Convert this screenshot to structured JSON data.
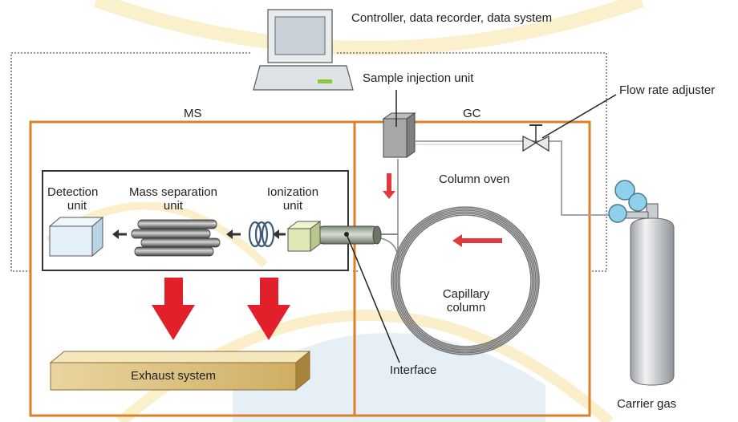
{
  "labels": {
    "controller": "Controller, data recorder, data system",
    "sample_injection": "Sample injection unit",
    "flow_rate": "Flow rate adjuster",
    "ms": "MS",
    "gc": "GC",
    "column_oven": "Column oven",
    "detection_1": "Detection",
    "detection_2": "unit",
    "mass_sep_1": "Mass separation",
    "mass_sep_2": "unit",
    "ionization_1": "Ionization",
    "ionization_2": "unit",
    "capillary_1": "Capillary",
    "capillary_2": "column",
    "exhaust": "Exhaust system",
    "interface": "Interface",
    "carrier_gas": "Carrier gas"
  },
  "colors": {
    "ms_gc_border": "#d9822b",
    "flow_arrow": "#e03a3e",
    "watermark_yellow": "#f6e3a0",
    "watermark_blue": "#d5e3ef"
  }
}
